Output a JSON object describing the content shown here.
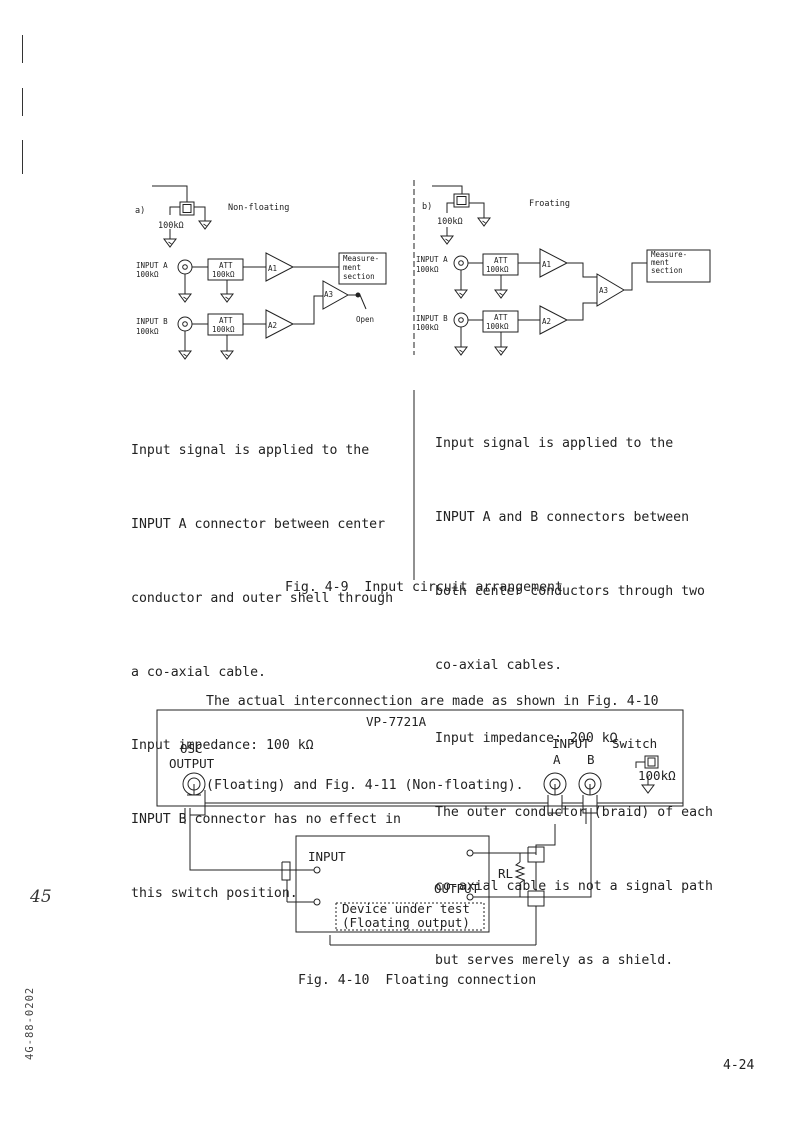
{
  "fig49": {
    "left": {
      "tag": "a)",
      "mode": "Non-floating",
      "switch_res": "100kΩ",
      "in_a": [
        "INPUT A",
        "100kΩ"
      ],
      "in_b": [
        "INPUT B",
        "100kΩ"
      ],
      "att": [
        "ATT",
        "100kΩ"
      ],
      "a1": "A1",
      "a2": "A2",
      "a3": "A3",
      "meas": [
        "Measure-",
        "ment",
        "section"
      ],
      "open": "Open"
    },
    "right": {
      "tag": "b)",
      "mode": "Froating",
      "switch_res": "100kΩ",
      "in_a": [
        "INPUT A",
        "100kΩ"
      ],
      "in_b": [
        "INPUT B",
        "100kΩ"
      ],
      "att": [
        "ATT",
        "100kΩ"
      ],
      "a1": "A1",
      "a2": "A2",
      "a3": "A3",
      "meas": [
        "Measure-",
        "ment",
        "section"
      ]
    },
    "left_text": [
      "Input signal is applied to the",
      "INPUT A connector between center",
      "conductor and outer shell through",
      "a co-axial cable.",
      "Input impedance: 100 kΩ",
      "INPUT B connector has no effect in",
      "this switch position."
    ],
    "right_text": [
      "Input signal is applied to the",
      "INPUT A and B connectors between",
      "both center conductors through two",
      "co-axial cables.",
      "Input impedance: 200 kΩ",
      "The outer conductor (braid) of each",
      "co-axial cable is not a signal path",
      "but serves merely as a shield."
    ],
    "caption": "Fig. 4-9  Input circuit arrangement"
  },
  "intro": [
    "The actual interconnection are made as shown in Fig. 4-10",
    "(Floating) and Fig. 4-11 (Non-floating)."
  ],
  "fig410": {
    "device": "VP-7721A",
    "osc": [
      "OSC",
      "OUTPUT"
    ],
    "input": "INPUT",
    "a": "A",
    "b": "B",
    "switch": "Switch",
    "res": "100kΩ",
    "dut_input": "INPUT",
    "dut_output": "OUTPUT",
    "rl": "RL",
    "dut": [
      "Device under test",
      "(Floating output)"
    ],
    "caption": "Fig. 4-10  Floating connection"
  },
  "margin_note": "45",
  "stamp": "4G-88-0202",
  "page_num": "4-24"
}
